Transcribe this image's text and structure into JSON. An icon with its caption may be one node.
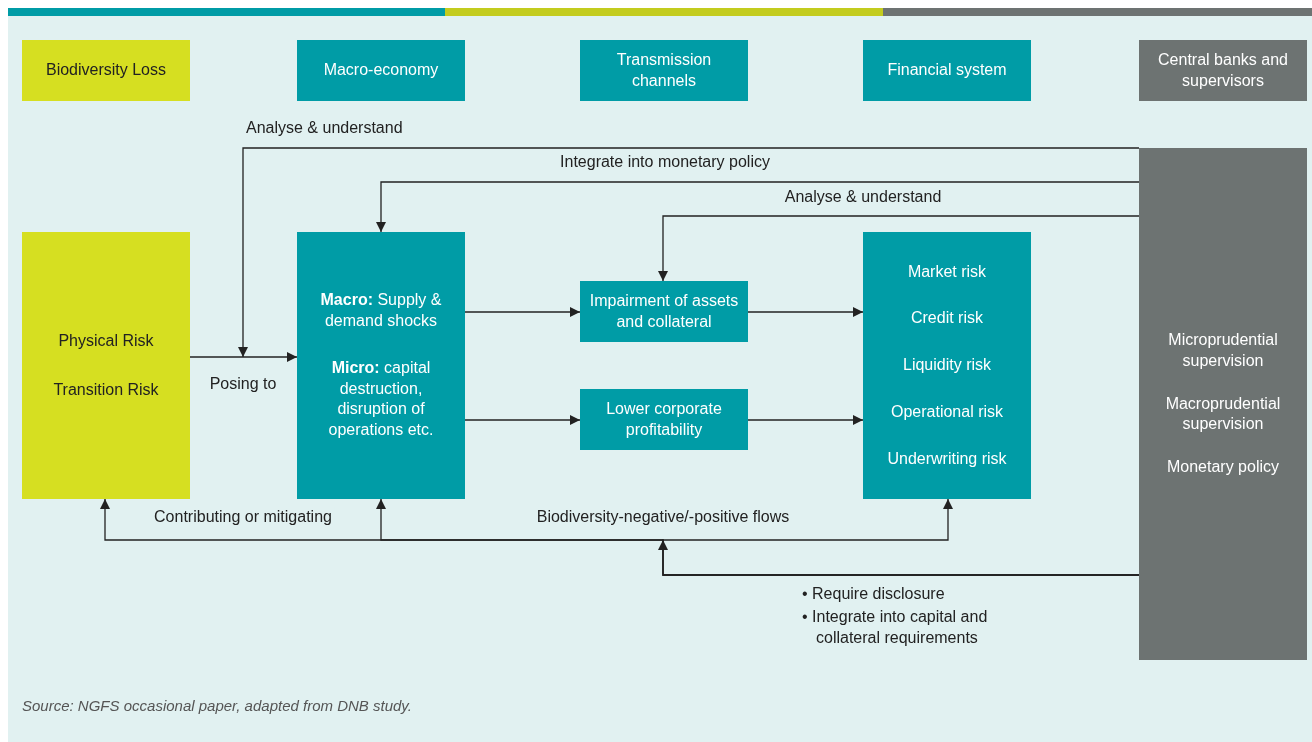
{
  "diagram": {
    "caption": "Source: NGFS occasional paper, adapted from DNB study.",
    "nodes": [
      {
        "text": [
          "Biodiversity Loss"
        ]
      },
      {
        "text": [
          "Macro-economy"
        ]
      },
      {
        "text": [
          "Transmission channels"
        ]
      },
      {
        "text": [
          "Financial system"
        ]
      },
      {
        "text": [
          "Central banks and supervisors"
        ]
      },
      {
        "text": [
          "Physical Risk",
          "Transition Risk"
        ]
      },
      {
        "text": [
          "**Macro:** Supply & demand shocks",
          "**Micro:** capital destruction, disruption of operations etc."
        ]
      },
      {
        "text": [
          "Impairment of assets and collateral"
        ]
      },
      {
        "text": [
          "Lower corporate profitability"
        ]
      },
      {
        "text": [
          "Market risk",
          "Credit risk",
          "Liquidity risk",
          "Operational risk",
          "Underwriting risk"
        ]
      },
      {
        "text": [
          "Microprudential supervision",
          "Macroprudential supervision",
          "Monetary policy"
        ]
      }
    ],
    "edges": [
      {
        "from": 5,
        "to": 6,
        "arrow": "to",
        "label": "Posing to"
      },
      {
        "from": 10,
        "to": null,
        "arrow": "to",
        "label": "Analyse & understand"
      },
      {
        "from": 10,
        "to": 6,
        "arrow": "to",
        "label": "Integrate into monetary policy"
      },
      {
        "from": 10,
        "to": 7,
        "arrow": "to",
        "label": "Analyse & understand"
      },
      {
        "from": 6,
        "to": 7,
        "arrow": "to"
      },
      {
        "from": 6,
        "to": 8,
        "arrow": "to"
      },
      {
        "from": 7,
        "to": 9,
        "arrow": "to"
      },
      {
        "from": 8,
        "to": 9,
        "arrow": "to"
      },
      {
        "from": 10,
        "to": 5,
        "arrow": "to",
        "label": "Contributing or mitigating"
      },
      {
        "from": 10,
        "to": 6,
        "arrow": "to"
      },
      {
        "from": 10,
        "to": 9,
        "arrow": "to",
        "label": "Biodiversity-negative/-positive flows"
      }
    ],
    "labels": [
      "• Require disclosure",
      "• Integrate into capital and collateral requirements"
    ]
  }
}
